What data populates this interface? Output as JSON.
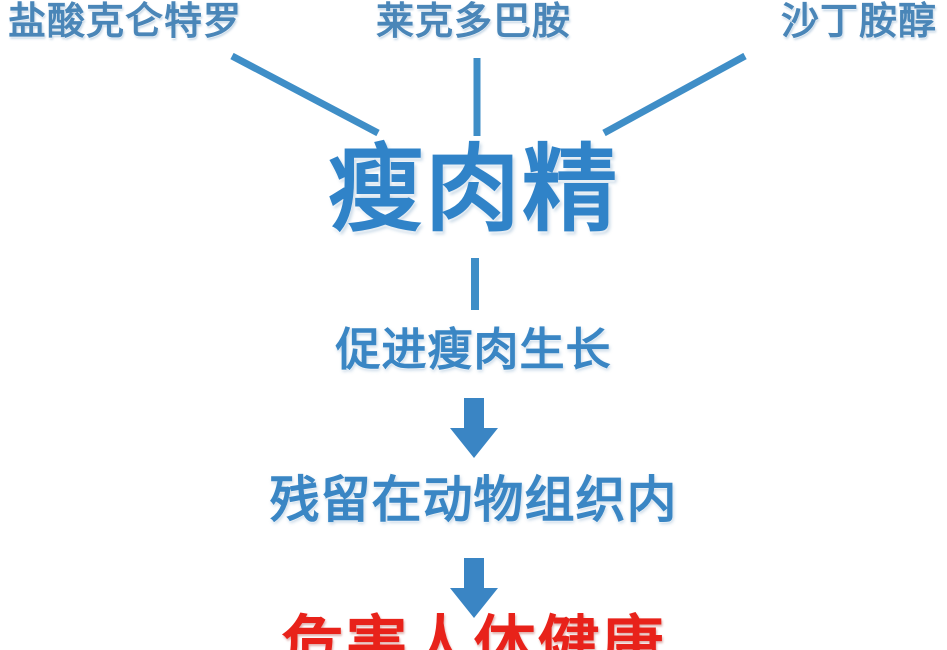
{
  "diagram": {
    "type": "flowchart",
    "title": "瘦肉精",
    "colors": {
      "primary_blue": "#3083c8",
      "source_blue": "#4a86b8",
      "chain_blue": "#3a86c4",
      "warning_red": "#e8221a",
      "background": "#ffffff"
    },
    "sources": [
      {
        "id": "clenbuterol",
        "label": "盐酸克仑特罗",
        "position": "left"
      },
      {
        "id": "ractopamine",
        "label": "莱克多巴胺",
        "position": "center"
      },
      {
        "id": "salbutamol",
        "label": "沙丁胺醇",
        "position": "right"
      }
    ],
    "center": {
      "label": "瘦肉精"
    },
    "chain": [
      {
        "id": "growth",
        "label": "促进瘦肉生长",
        "connector": "line"
      },
      {
        "id": "residue",
        "label": "残留在动物组织内",
        "connector": "block-arrow"
      },
      {
        "id": "warning",
        "label": "危害人体健康",
        "connector": "block-arrow",
        "emphasis": "red"
      }
    ],
    "connectors": {
      "left_diagonal": "line-diagonal-left",
      "center_vertical": "line-vertical-top",
      "right_diagonal": "line-diagonal-right",
      "center_stem": "line-vertical-mid",
      "arrow_one": "down-arrow-icon",
      "arrow_two": "down-arrow-icon"
    }
  }
}
